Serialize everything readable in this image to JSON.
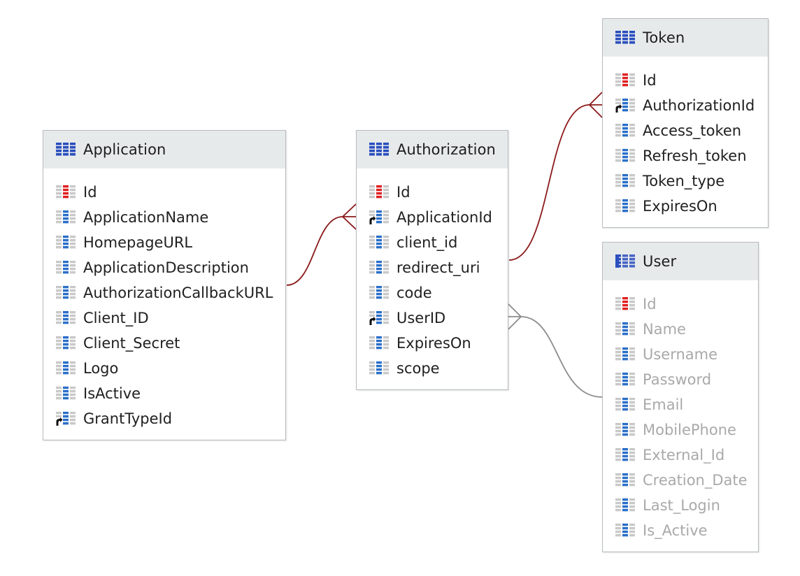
{
  "colors": {
    "header_bg": "#e7eaeb",
    "border": "#b7bcbf",
    "relation_active": "#8b1a1a",
    "relation_inactive": "#8c8c8c",
    "table_icon": "#2b4fbf",
    "pk_marker": "#e02020",
    "field_marker": "#2a6fc9"
  },
  "entities": {
    "application": {
      "name": "Application",
      "fields": [
        {
          "label": "Id",
          "kind": "pk"
        },
        {
          "label": "ApplicationName",
          "kind": "field"
        },
        {
          "label": "HomepageURL",
          "kind": "field"
        },
        {
          "label": "ApplicationDescription",
          "kind": "field"
        },
        {
          "label": "AuthorizationCallbackURL",
          "kind": "field"
        },
        {
          "label": "Client_ID",
          "kind": "field"
        },
        {
          "label": "Client_Secret",
          "kind": "field"
        },
        {
          "label": "Logo",
          "kind": "field"
        },
        {
          "label": "IsActive",
          "kind": "field"
        },
        {
          "label": "GrantTypeId",
          "kind": "fk"
        }
      ]
    },
    "authorization": {
      "name": "Authorization",
      "fields": [
        {
          "label": "Id",
          "kind": "pk"
        },
        {
          "label": "ApplicationId",
          "kind": "fk"
        },
        {
          "label": "client_id",
          "kind": "field"
        },
        {
          "label": "redirect_uri",
          "kind": "field"
        },
        {
          "label": "code",
          "kind": "field"
        },
        {
          "label": "UserID",
          "kind": "fk"
        },
        {
          "label": "ExpiresOn",
          "kind": "field"
        },
        {
          "label": "scope",
          "kind": "field"
        }
      ]
    },
    "token": {
      "name": "Token",
      "fields": [
        {
          "label": "Id",
          "kind": "pk"
        },
        {
          "label": "AuthorizationId",
          "kind": "fk"
        },
        {
          "label": "Access_token",
          "kind": "field"
        },
        {
          "label": "Refresh_token",
          "kind": "field"
        },
        {
          "label": "Token_type",
          "kind": "field"
        },
        {
          "label": "ExpiresOn",
          "kind": "field"
        }
      ]
    },
    "user": {
      "name": "User",
      "fields": [
        {
          "label": "Id",
          "kind": "pk"
        },
        {
          "label": "Name",
          "kind": "field"
        },
        {
          "label": "Username",
          "kind": "field"
        },
        {
          "label": "Password",
          "kind": "field"
        },
        {
          "label": "Email",
          "kind": "field"
        },
        {
          "label": "MobilePhone",
          "kind": "field"
        },
        {
          "label": "External_Id",
          "kind": "field"
        },
        {
          "label": "Creation_Date",
          "kind": "field"
        },
        {
          "label": "Last_Login",
          "kind": "field"
        },
        {
          "label": "Is_Active",
          "kind": "field"
        }
      ]
    }
  }
}
